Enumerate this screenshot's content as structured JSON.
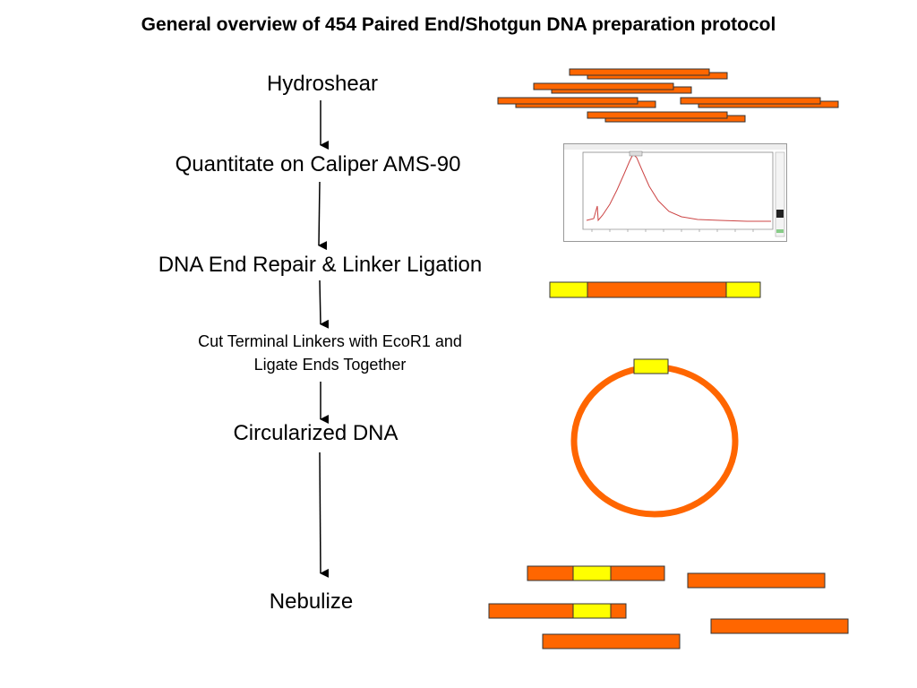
{
  "title": "General overview of 454 Paired End/Shotgun DNA preparation protocol",
  "steps": {
    "hydroshear": "Hydroshear",
    "quantitate": "Quantitate on Caliper AMS-90",
    "repair": "DNA End Repair & Linker Ligation",
    "cut_line1": "Cut Terminal Linkers with EcoR1 and",
    "cut_line2": "Ligate Ends Together",
    "circularized": "Circularized DNA",
    "nebulize": "Nebulize"
  },
  "colors": {
    "fragment": "#ff6600",
    "linker": "#ffff00",
    "outline": "#333333",
    "trace": "#cc4444"
  }
}
